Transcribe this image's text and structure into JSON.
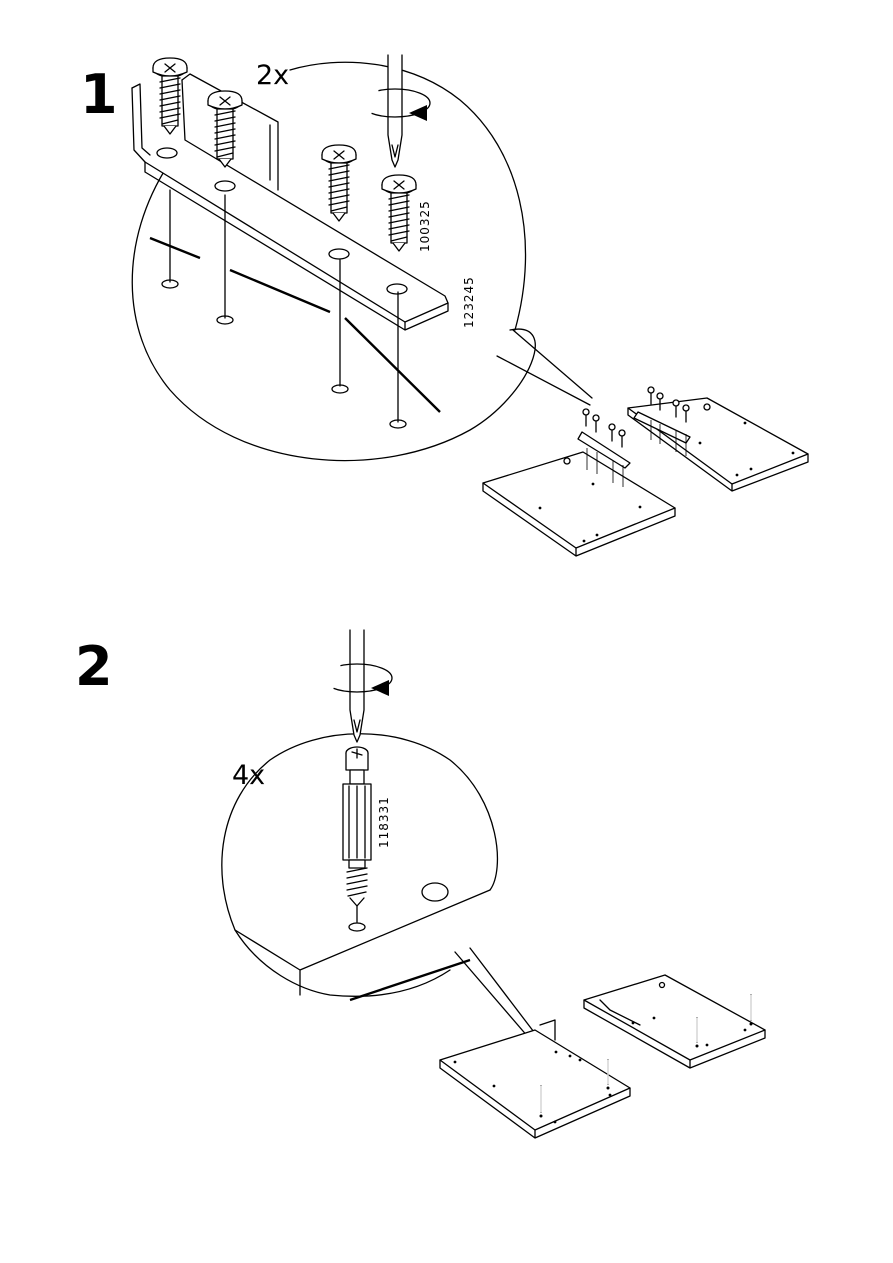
{
  "steps": [
    {
      "number": "1",
      "quantity": "2x",
      "part_numbers": [
        "100325",
        "123245"
      ]
    },
    {
      "number": "2",
      "quantity": "4x",
      "part_numbers": [
        "118331"
      ]
    }
  ],
  "icons": [
    "screw-icon",
    "screwdriver-icon",
    "rotation-arrow-icon",
    "cam-dowel-icon",
    "bracket-icon",
    "panel-icon"
  ]
}
